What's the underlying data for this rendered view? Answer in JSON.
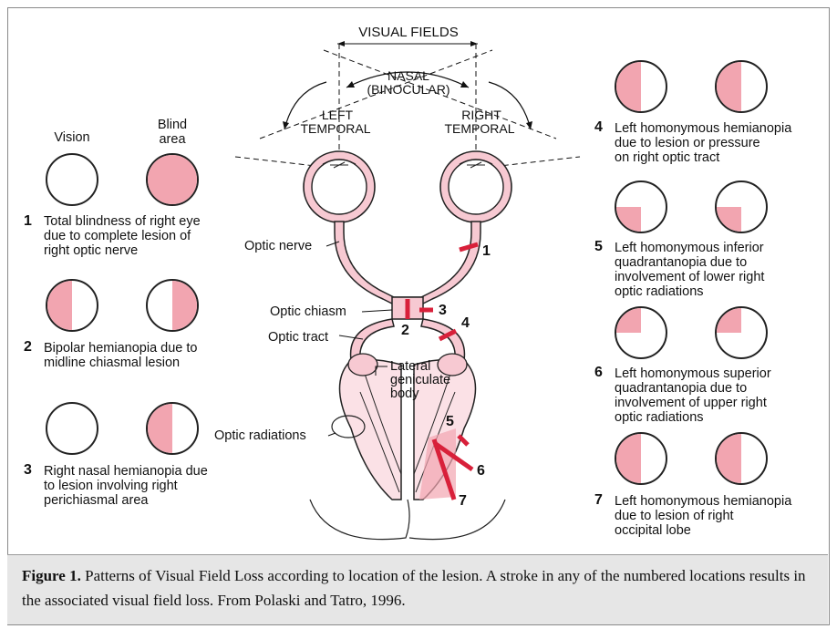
{
  "diagram": {
    "header_visual_fields": "VISUAL FIELDS",
    "nasal_line1": "NASAL",
    "nasal_line2": "(BINOCULAR)",
    "left_temporal_line1": "LEFT",
    "left_temporal_line2": "TEMPORAL",
    "right_temporal_line1": "RIGHT",
    "right_temporal_line2": "TEMPORAL",
    "label_optic_nerve": "Optic nerve",
    "label_optic_chiasm": "Optic chiasm",
    "label_optic_tract": "Optic tract",
    "label_lateral_geniculate_line1": "Lateral",
    "label_lateral_geniculate_line2": "geniculate",
    "label_lateral_geniculate_line3": "body",
    "label_optic_radiations": "Optic radiations",
    "lesion_markers": [
      "1",
      "2",
      "3",
      "4",
      "5",
      "6",
      "7"
    ],
    "colors": {
      "tissue": "#f7c9d2",
      "lesion": "#d8203a",
      "blind": "#f2a5b0"
    }
  },
  "left_panel": {
    "col_vision": "Vision",
    "col_blind_line1": "Blind",
    "col_blind_line2": "area",
    "items": [
      {
        "num": "1",
        "text": "Total blindness of right eye\ndue to complete lesion of\nright optic nerve"
      },
      {
        "num": "2",
        "text": "Bipolar hemianopia due to\nmidline chiasmal lesion"
      },
      {
        "num": "3",
        "text": "Right nasal hemianopia due\nto lesion involving right\nperichiasmal area"
      }
    ]
  },
  "right_panel": {
    "items": [
      {
        "num": "4",
        "text": "Left homonymous hemianopia\ndue to lesion or pressure\non right optic tract"
      },
      {
        "num": "5",
        "text": "Left homonymous inferior\nquadrantanopia due to\ninvolvement of lower right\noptic radiations"
      },
      {
        "num": "6",
        "text": "Left homonymous superior\nquadrantanopia due to\ninvolvement of upper right\noptic radiations"
      },
      {
        "num": "7",
        "text": "Left homonymous hemianopia\ndue to lesion of right\noccipital lobe"
      }
    ]
  },
  "caption": {
    "label": "Figure 1.",
    "text": " Patterns of Visual Field Loss according to location of the lesion. A stroke in any of the numbered locations results in the associated visual field loss. From Polaski and Tatro, 1996."
  }
}
